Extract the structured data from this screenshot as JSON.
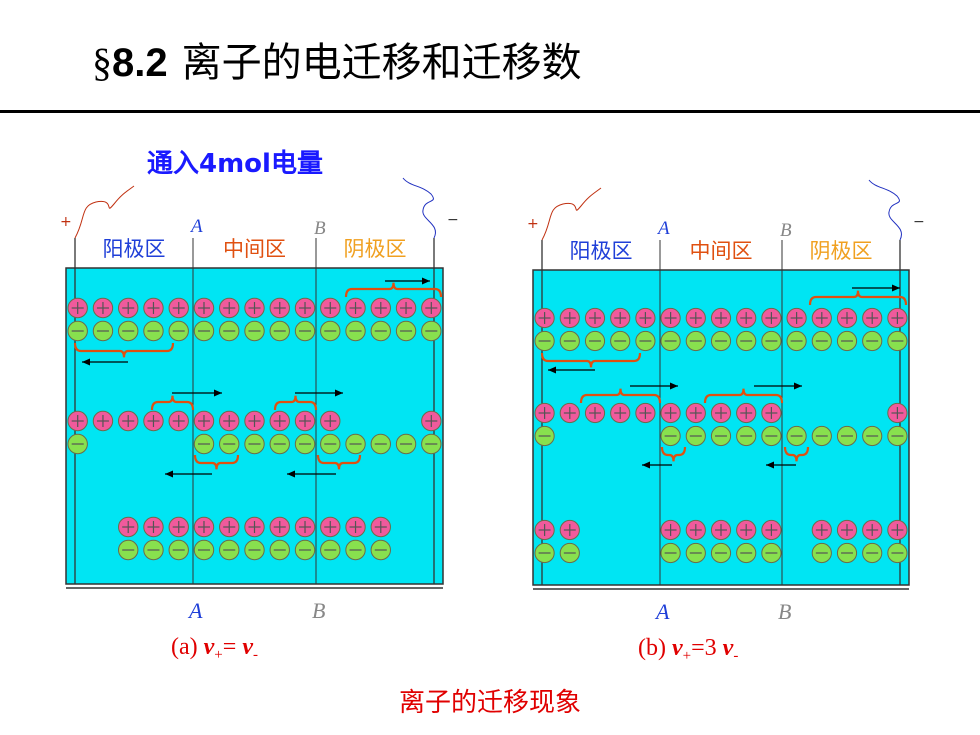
{
  "title": {
    "symbol": "§",
    "number": "8.2",
    "text": "离子的电迁移和迁移数"
  },
  "charge_label": "通入4mol电量",
  "caption": "离子的迁移现象",
  "colors": {
    "solution": "#00e5f3",
    "cation": "#f05a9c",
    "anion": "#88e04e",
    "brace": "#e05010",
    "anode_label": "#1f3fd8",
    "middle_label": "#e05010",
    "cathode_label": "#f0a020",
    "divider_letter": "#888888",
    "electrode_wire": "#c03010"
  },
  "panels": [
    {
      "id": "a",
      "regions": [
        "阳极区",
        "中间区",
        "阴极区"
      ],
      "dividers": [
        "A",
        "B"
      ],
      "electrodes": {
        "left": "+",
        "right": "−"
      },
      "bottom_labels": {
        "a": "A",
        "b": "B"
      },
      "caption_prefix": "(a) ",
      "caption_formula": "v",
      "caption_sub_plus": "+",
      "caption_mid": "= ",
      "caption_formula2": "v",
      "caption_sub_minus": "-",
      "rows": [
        {
          "cations": [
            0,
            1,
            2,
            3,
            4,
            5,
            6,
            7,
            8,
            9,
            10,
            11,
            12,
            13,
            14
          ],
          "anions": [
            0,
            1,
            2,
            3,
            4,
            5,
            6,
            7,
            8,
            9,
            10,
            11,
            12,
            13,
            14
          ]
        },
        {
          "cations": [
            0,
            1,
            2,
            3,
            4,
            5,
            6,
            7,
            8,
            9,
            10,
            14
          ],
          "anions": [
            0,
            5,
            6,
            7,
            8,
            9,
            10,
            11,
            12,
            13,
            14
          ]
        },
        {
          "cations": [
            2,
            3,
            4,
            5,
            6,
            7,
            8,
            9,
            10,
            11,
            12
          ],
          "anions": [
            2,
            3,
            4,
            5,
            6,
            7,
            8,
            9,
            10,
            11,
            12
          ]
        }
      ]
    },
    {
      "id": "b",
      "regions": [
        "阳极区",
        "中间区",
        "阴极区"
      ],
      "dividers": [
        "A",
        "B"
      ],
      "electrodes": {
        "left": "+",
        "right": "−"
      },
      "bottom_labels": {
        "a": "A",
        "b": "B"
      },
      "caption_prefix": "(b) ",
      "caption_formula": "v",
      "caption_sub_plus": "+",
      "caption_mid": "=3 ",
      "caption_formula2": "v",
      "caption_sub_minus": "-",
      "rows": [
        {
          "cations": [
            0,
            1,
            2,
            3,
            4,
            5,
            6,
            7,
            8,
            9,
            10,
            11,
            12,
            13,
            14
          ],
          "anions": [
            0,
            1,
            2,
            3,
            4,
            5,
            6,
            7,
            8,
            9,
            10,
            11,
            12,
            13,
            14
          ]
        },
        {
          "cations": [
            0,
            1,
            2,
            3,
            4,
            5,
            6,
            7,
            8,
            9,
            14
          ],
          "anions": [
            0,
            5,
            6,
            7,
            8,
            9,
            10,
            11,
            12,
            13,
            14
          ]
        },
        {
          "cations": [
            0,
            1,
            5,
            6,
            7,
            8,
            9,
            11,
            12,
            13,
            14
          ],
          "anions": [
            0,
            1,
            5,
            6,
            7,
            8,
            9,
            11,
            12,
            13,
            14
          ]
        }
      ]
    }
  ]
}
